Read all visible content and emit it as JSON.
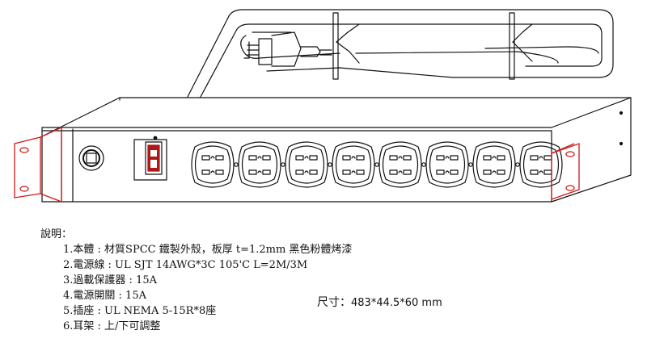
{
  "diagram": {
    "outlet_count": 8,
    "colors": {
      "line": "#111111",
      "bracket": "#d01818",
      "switch_face": "#b01818"
    },
    "icons": [
      "power-cord-icon",
      "cord-plug-icon",
      "circuit-breaker-icon",
      "power-switch-icon",
      "outlet-icon",
      "mounting-ear-icon"
    ]
  },
  "notes": {
    "title": "說明：",
    "items": [
      "1.本體 : 材質SPCC 鐵製外殼，板厚 t=1.2mm  黑色粉體烤漆",
      "2.電源線 : UL SJT 14AWG*3C  105'C  L=2M/3M",
      "3.過載保護器 : 15A",
      "4.電源開關 : 15A",
      "5.插座 : UL NEMA 5-15R*8座",
      "6.耳架 : 上/下可調整"
    ]
  },
  "dimension": {
    "label": "尺寸：",
    "value": "483*44.5*60 mm"
  }
}
